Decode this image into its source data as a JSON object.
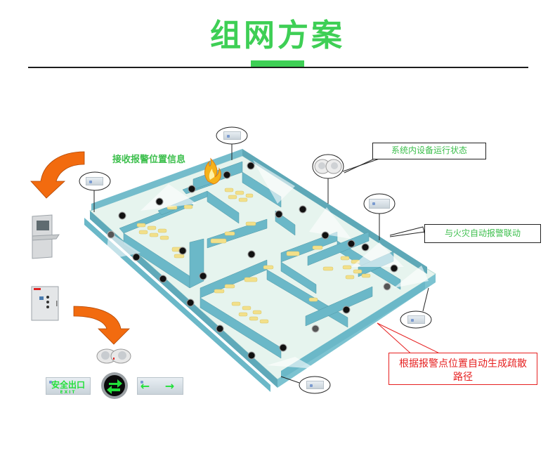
{
  "title": "组网方案",
  "labels": {
    "receive_alarm": "接收报警位置信息",
    "device_status": "系统内设备运行状态",
    "fire_linkage": "与火灾自动报警联动",
    "auto_evac": "根据报警点位置自动生成疏散路径"
  },
  "signs": {
    "exit_cn": "安全出口",
    "exit_en": "EXIT",
    "arrows": "← →"
  },
  "colors": {
    "accent_green": "#3ecf55",
    "label_green": "#3cbf4c",
    "callout_red": "#e62020",
    "arrow_orange": "#f26b0f",
    "wall_teal": "#6bb8c8",
    "floor": "#e6f4ee",
    "furniture": "#f2e08a"
  },
  "icons": [
    "fire-icon",
    "orange-curved-arrow-icon",
    "control-cabinet-icon",
    "power-panel-icon",
    "emergency-light-icon",
    "exit-sign-icon",
    "direction-arrow-sign-icon",
    "round-evacuation-indicator-icon"
  ]
}
